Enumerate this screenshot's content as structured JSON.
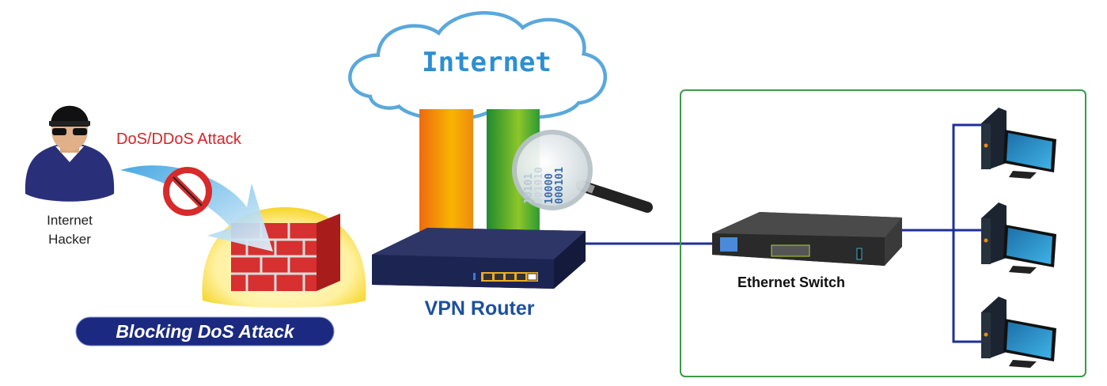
{
  "labels": {
    "hacker_line1": "Internet",
    "hacker_line2": "Hacker",
    "attack": "DoS/DDoS Attack",
    "blocking": "Blocking DoS Attack",
    "internet": "Internet",
    "router": "VPN Router",
    "switch": "Ethernet Switch",
    "binary_lines": [
      "10101",
      "001010",
      "10000",
      "000101"
    ]
  },
  "colors": {
    "attack_text": "#d8232a",
    "pill": "#1b2a80",
    "router_text": "#1d4f9f",
    "cable": "#1f2f9a",
    "lan_border": "#3c9a48",
    "cloud_outline": "#5aa8dc",
    "internet_text": "#2c8fd2"
  }
}
